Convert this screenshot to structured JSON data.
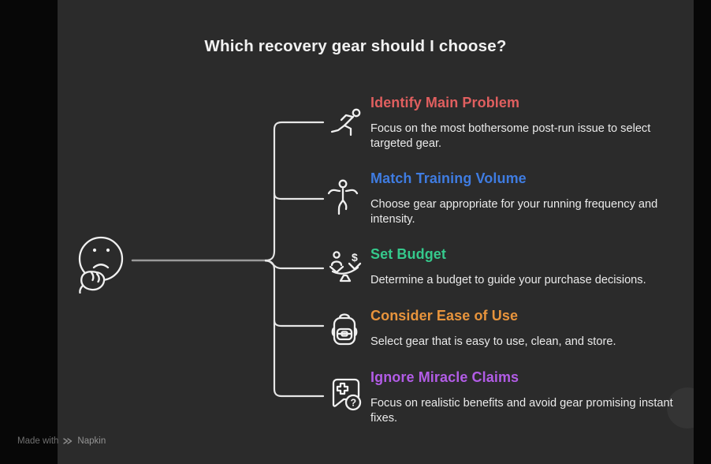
{
  "page": {
    "title": "Which recovery gear should I choose?",
    "background_color": "#2b2b2b",
    "edge_color": "#070707"
  },
  "root": {
    "icon": "thinking-face-icon"
  },
  "branches": [
    {
      "label": "Identify Main Problem",
      "color": "#e05f5f",
      "icon": "runner-icon",
      "description": "Focus on the most bothersome post-run issue to select targeted gear."
    },
    {
      "label": "Match Training Volume",
      "color": "#3f7ce1",
      "icon": "celebrating-runner-icon",
      "description": "Choose gear appropriate for your running frequency and intensity."
    },
    {
      "label": "Set Budget",
      "color": "#35c98c",
      "icon": "budget-balance-icon",
      "description": "Determine a budget to guide your purchase decisions.",
      "glyph": "$"
    },
    {
      "label": "Consider Ease of Use",
      "color": "#e8943c",
      "icon": "backpack-icon",
      "description": "Select gear that is easy to use, clean, and store."
    },
    {
      "label": "Ignore Miracle Claims",
      "color": "#b25ce6",
      "icon": "claims-bubble-icon",
      "description": "Focus on realistic benefits and avoid gear promising instant fixes.",
      "glyph": "?"
    }
  ],
  "watermark": {
    "prefix": "Made with",
    "brand": "Napkin"
  }
}
